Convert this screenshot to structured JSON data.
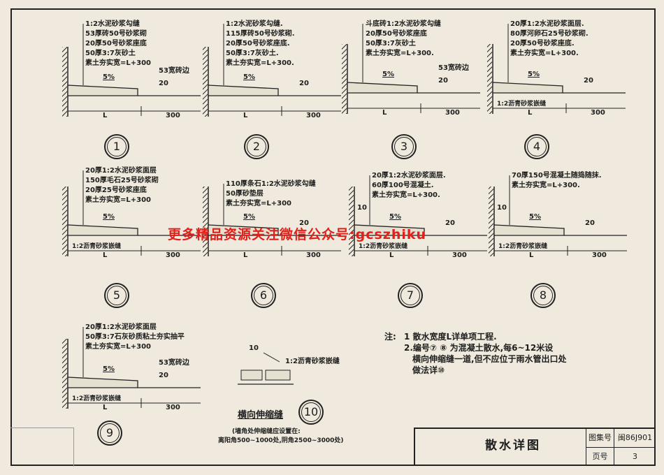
{
  "details": [
    {
      "num": "1",
      "layers": [
        "1:2水泥砂浆勾缝",
        "53厚砖50号砂浆砌",
        "20厚50号砂浆座底",
        "50厚3:7灰砂土",
        "素土夯实宽=L+300"
      ],
      "slope": "5%",
      "edge": "53宽砖边",
      "dim_h": "20",
      "dim_l": "L",
      "dim_w": "300"
    },
    {
      "num": "2",
      "layers": [
        "1:2水泥砂浆勾缝.",
        "115厚砖50号砂浆砌.",
        "20厚50号砂浆座底.",
        "50厚3:7灰砂土.",
        "素土夯实宽=L+300."
      ],
      "slope": "5%",
      "dim_h": "20",
      "dim_l": "L",
      "dim_w": "300"
    },
    {
      "num": "3",
      "layers": [
        "斗底砖1:2水泥砂浆勾缝",
        "20厚50号砂浆座底",
        "50厚3:7灰砂土",
        "素土夯实宽=L+300."
      ],
      "slope": "5%",
      "edge": "53宽砖边",
      "dim_h": "20",
      "dim_l": "L",
      "dim_w": "300"
    },
    {
      "num": "4",
      "layers": [
        "20厚1:2水泥砂浆面层.",
        "80厚河卵石25号砂浆砌.",
        "20厚50号砂浆座底.",
        "素土夯实宽=L+300."
      ],
      "slope": "5%",
      "joint": "1:2沥青砂浆嵌缝",
      "dim_h": "20",
      "dim_l": "L",
      "dim_w": "300"
    },
    {
      "num": "5",
      "layers": [
        "20厚1:2水泥砂浆面层",
        "150厚毛石25号砂浆砌",
        "20厚25号砂浆座底",
        "素土夯实宽=L+300"
      ],
      "slope": "5%",
      "joint": "1:2沥青砂浆嵌缝",
      "dim_l": "L",
      "dim_w": "300"
    },
    {
      "num": "6",
      "layers": [
        "110厚条石1:2水泥砂浆勾缝",
        "50厚砂垫层",
        "素土夯实宽=L+300"
      ],
      "slope": "5%",
      "dim_h": "20",
      "dim_l": "L",
      "dim_w": "300"
    },
    {
      "num": "7",
      "layers": [
        "20厚1:2水泥砂浆面层.",
        "60厚100号混凝土.",
        "素土夯实宽=L+300."
      ],
      "slope": "5%",
      "joint": "1:2沥青砂浆嵌缝",
      "dim_h": "20",
      "dim_j": "10",
      "dim_l": "L",
      "dim_w": "300"
    },
    {
      "num": "8",
      "layers": [
        "70厚150号混凝土随捣随抹.",
        "素土夯实宽=L+300."
      ],
      "slope": "5%",
      "joint": "1:2沥青砂浆嵌缝",
      "dim_h": "20",
      "dim_j": "10",
      "dim_l": "L",
      "dim_w": "300"
    },
    {
      "num": "9",
      "layers": [
        "20厚1:2水泥砂浆面层",
        "50厚3:7石灰砂质粘土夯实抽平",
        "素土夯实宽=L+300"
      ],
      "slope": "5%",
      "edge": "53宽砖边",
      "joint": "1:2沥青砂浆嵌缝",
      "dim_h": "20",
      "dim_l": "L",
      "dim_w": "300"
    }
  ],
  "detail10": {
    "num": "10",
    "dim": "10",
    "joint": "1:2沥青砂浆嵌缝",
    "title": "横向伸缩缝",
    "note_1": "(墙角处伸缩缝应设置在:",
    "note_2": "离阳角500~1000处,阴角2500~3000处)"
  },
  "notes": {
    "label": "注:",
    "items": [
      "1 散水宽度L详单项工程.",
      "2.编号⑦ ⑧ 为混凝土散水,每6~12米设",
      "横向伸缩缝一道,但不应位于雨水管出口处",
      "做法详⑩"
    ]
  },
  "title_block": {
    "title": "散水详图",
    "atlas_label": "图集号",
    "atlas_value": "闽86J901",
    "page_label": "页号",
    "page_value": "3"
  },
  "watermark": "更多精品资源关注微信公众号:gcszhiku",
  "colors": {
    "paper": "#efeadd",
    "ink": "#1e1e1e",
    "watermark": "#e0201a"
  }
}
